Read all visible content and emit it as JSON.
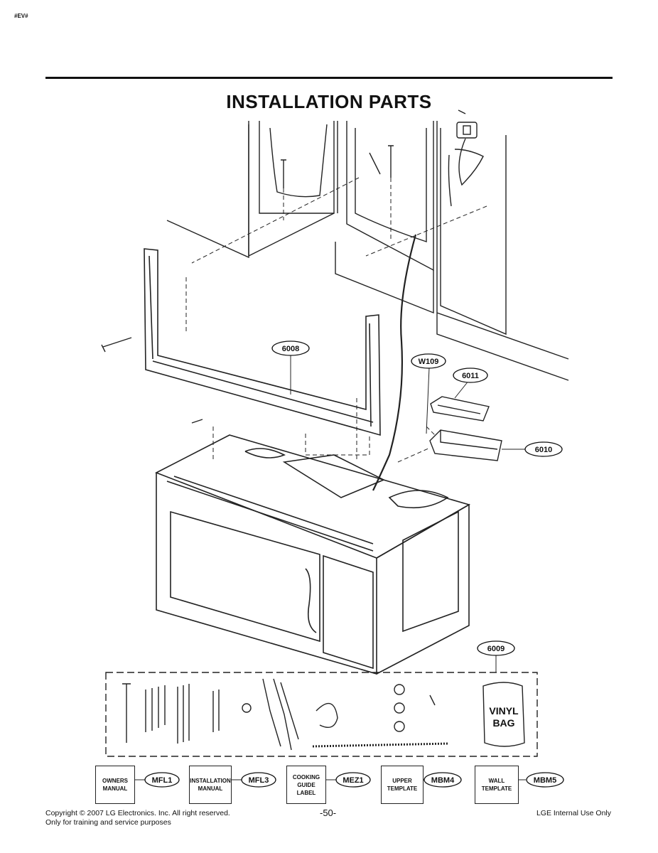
{
  "header": {
    "corner_tag": "#EV#",
    "title": "INSTALLATION PARTS"
  },
  "callouts": {
    "c6008": "6008",
    "cW109": "W109",
    "c6011": "6011",
    "c6010": "6010",
    "c6009": "6009"
  },
  "vinyl_bag": {
    "line1": "VINYL",
    "line2": "BAG"
  },
  "accessories": [
    {
      "label": "OWNERS\nMANUAL",
      "code": "MFL1"
    },
    {
      "label": "INSTALLATION\nMANUAL",
      "code": "MFL3"
    },
    {
      "label": "COOKING\nGUIDE\nLABEL",
      "code": "MEZ1"
    },
    {
      "label": "UPPER\nTEMPLATE",
      "code": "MBM4"
    },
    {
      "label": "WALL\nTEMPLATE",
      "code": "MBM5"
    }
  ],
  "footer": {
    "copyright": "Copyright © 2007 LG Electronics. Inc. All right reserved.",
    "training": "Only for training and service purposes",
    "page": "-50-",
    "internal": "LGE Internal Use Only"
  }
}
